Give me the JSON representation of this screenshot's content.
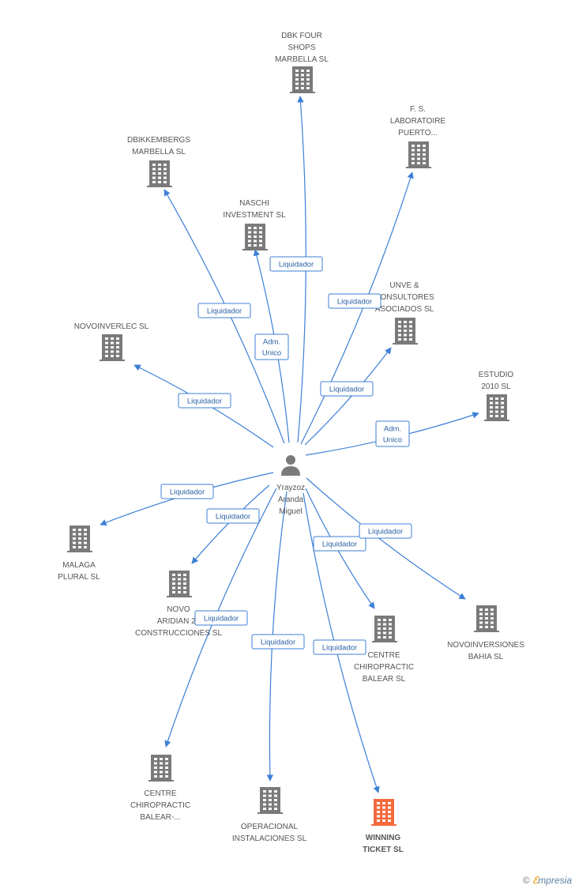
{
  "center": {
    "name_lines": [
      "Yrayzoz",
      "Aranda",
      "Miguel"
    ],
    "icon": "person-icon"
  },
  "colors": {
    "edge": "#3c7fd6",
    "building": "#7a7a7a",
    "highlight_building": "#f26a3d",
    "label": "#555555"
  },
  "nodes": [
    {
      "id": "dbk-four",
      "lines": [
        "DBK FOUR",
        "SHOPS",
        "MARBELLA SL"
      ],
      "icon": "building-icon"
    },
    {
      "id": "fs-laboratoire",
      "lines": [
        "F.  S.",
        "LABORATOIRE",
        "PUERTO..."
      ],
      "icon": "building-icon"
    },
    {
      "id": "dbikkembergs",
      "lines": [
        "DBIKKEMBERGS",
        "MARBELLA SL"
      ],
      "icon": "building-icon"
    },
    {
      "id": "naschi",
      "lines": [
        "NASCHI",
        "INVESTMENT SL"
      ],
      "icon": "building-icon"
    },
    {
      "id": "unve",
      "lines": [
        "UNVE &",
        "CONSULTORES",
        "ASOCIADOS SL"
      ],
      "icon": "building-icon"
    },
    {
      "id": "novoinverlec",
      "lines": [
        "NOVOINVERLEC SL"
      ],
      "icon": "building-icon"
    },
    {
      "id": "estudio-2010",
      "lines": [
        "ESTUDIO",
        "2010 SL"
      ],
      "icon": "building-icon"
    },
    {
      "id": "malaga-plural",
      "lines": [
        "MALAGA",
        "PLURAL SL"
      ],
      "icon": "building-icon"
    },
    {
      "id": "novo-aridian",
      "lines": [
        "NOVO",
        "ARIDIAN 20",
        "CONSTRUCCIONES SL"
      ],
      "icon": "building-icon"
    },
    {
      "id": "centre-chiro-1",
      "lines": [
        "CENTRE",
        "CHIROPRACTIC",
        "BALEAR SL"
      ],
      "icon": "building-icon"
    },
    {
      "id": "novoinversiones",
      "lines": [
        "NOVOINVERSIONES",
        "BAHIA SL"
      ],
      "icon": "building-icon"
    },
    {
      "id": "centre-chiro-2",
      "lines": [
        "CENTRE",
        "CHIROPRACTIC",
        "BALEAR-..."
      ],
      "icon": "building-icon"
    },
    {
      "id": "operacional",
      "lines": [
        "OPERACIONAL",
        "INSTALACIONES SL"
      ],
      "icon": "building-icon"
    },
    {
      "id": "winning-ticket",
      "lines": [
        "WINNING",
        "TICKET SL"
      ],
      "icon": "building-icon",
      "highlight": true
    }
  ],
  "relations": [
    {
      "target": "dbk-four",
      "lines": [
        "Liquidador"
      ]
    },
    {
      "target": "fs-laboratoire",
      "lines": [
        "Liquidador"
      ]
    },
    {
      "target": "dbikkembergs",
      "lines": [
        "Liquidador"
      ]
    },
    {
      "target": "naschi",
      "lines": [
        "Adm.",
        "Unico"
      ]
    },
    {
      "target": "unve",
      "lines": [
        "Liquidador"
      ]
    },
    {
      "target": "novoinverlec",
      "lines": [
        "Liquidador"
      ]
    },
    {
      "target": "estudio-2010",
      "lines": [
        "Adm.",
        "Unico"
      ]
    },
    {
      "target": "malaga-plural",
      "lines": [
        "Liquidador"
      ]
    },
    {
      "target": "novo-aridian",
      "lines": [
        "Liquidador"
      ]
    },
    {
      "target": "centre-chiro-1",
      "lines": [
        "Liquidador"
      ]
    },
    {
      "target": "novoinversiones",
      "lines": [
        "Liquidador"
      ]
    },
    {
      "target": "centre-chiro-2",
      "lines": [
        "Liquidador"
      ]
    },
    {
      "target": "operacional",
      "lines": [
        "Liquidador"
      ]
    },
    {
      "target": "winning-ticket",
      "lines": [
        "Liquidador"
      ]
    }
  ],
  "brand": {
    "copyright": "©",
    "logo_first": "ℰ",
    "logo_rest": "mpresia"
  }
}
